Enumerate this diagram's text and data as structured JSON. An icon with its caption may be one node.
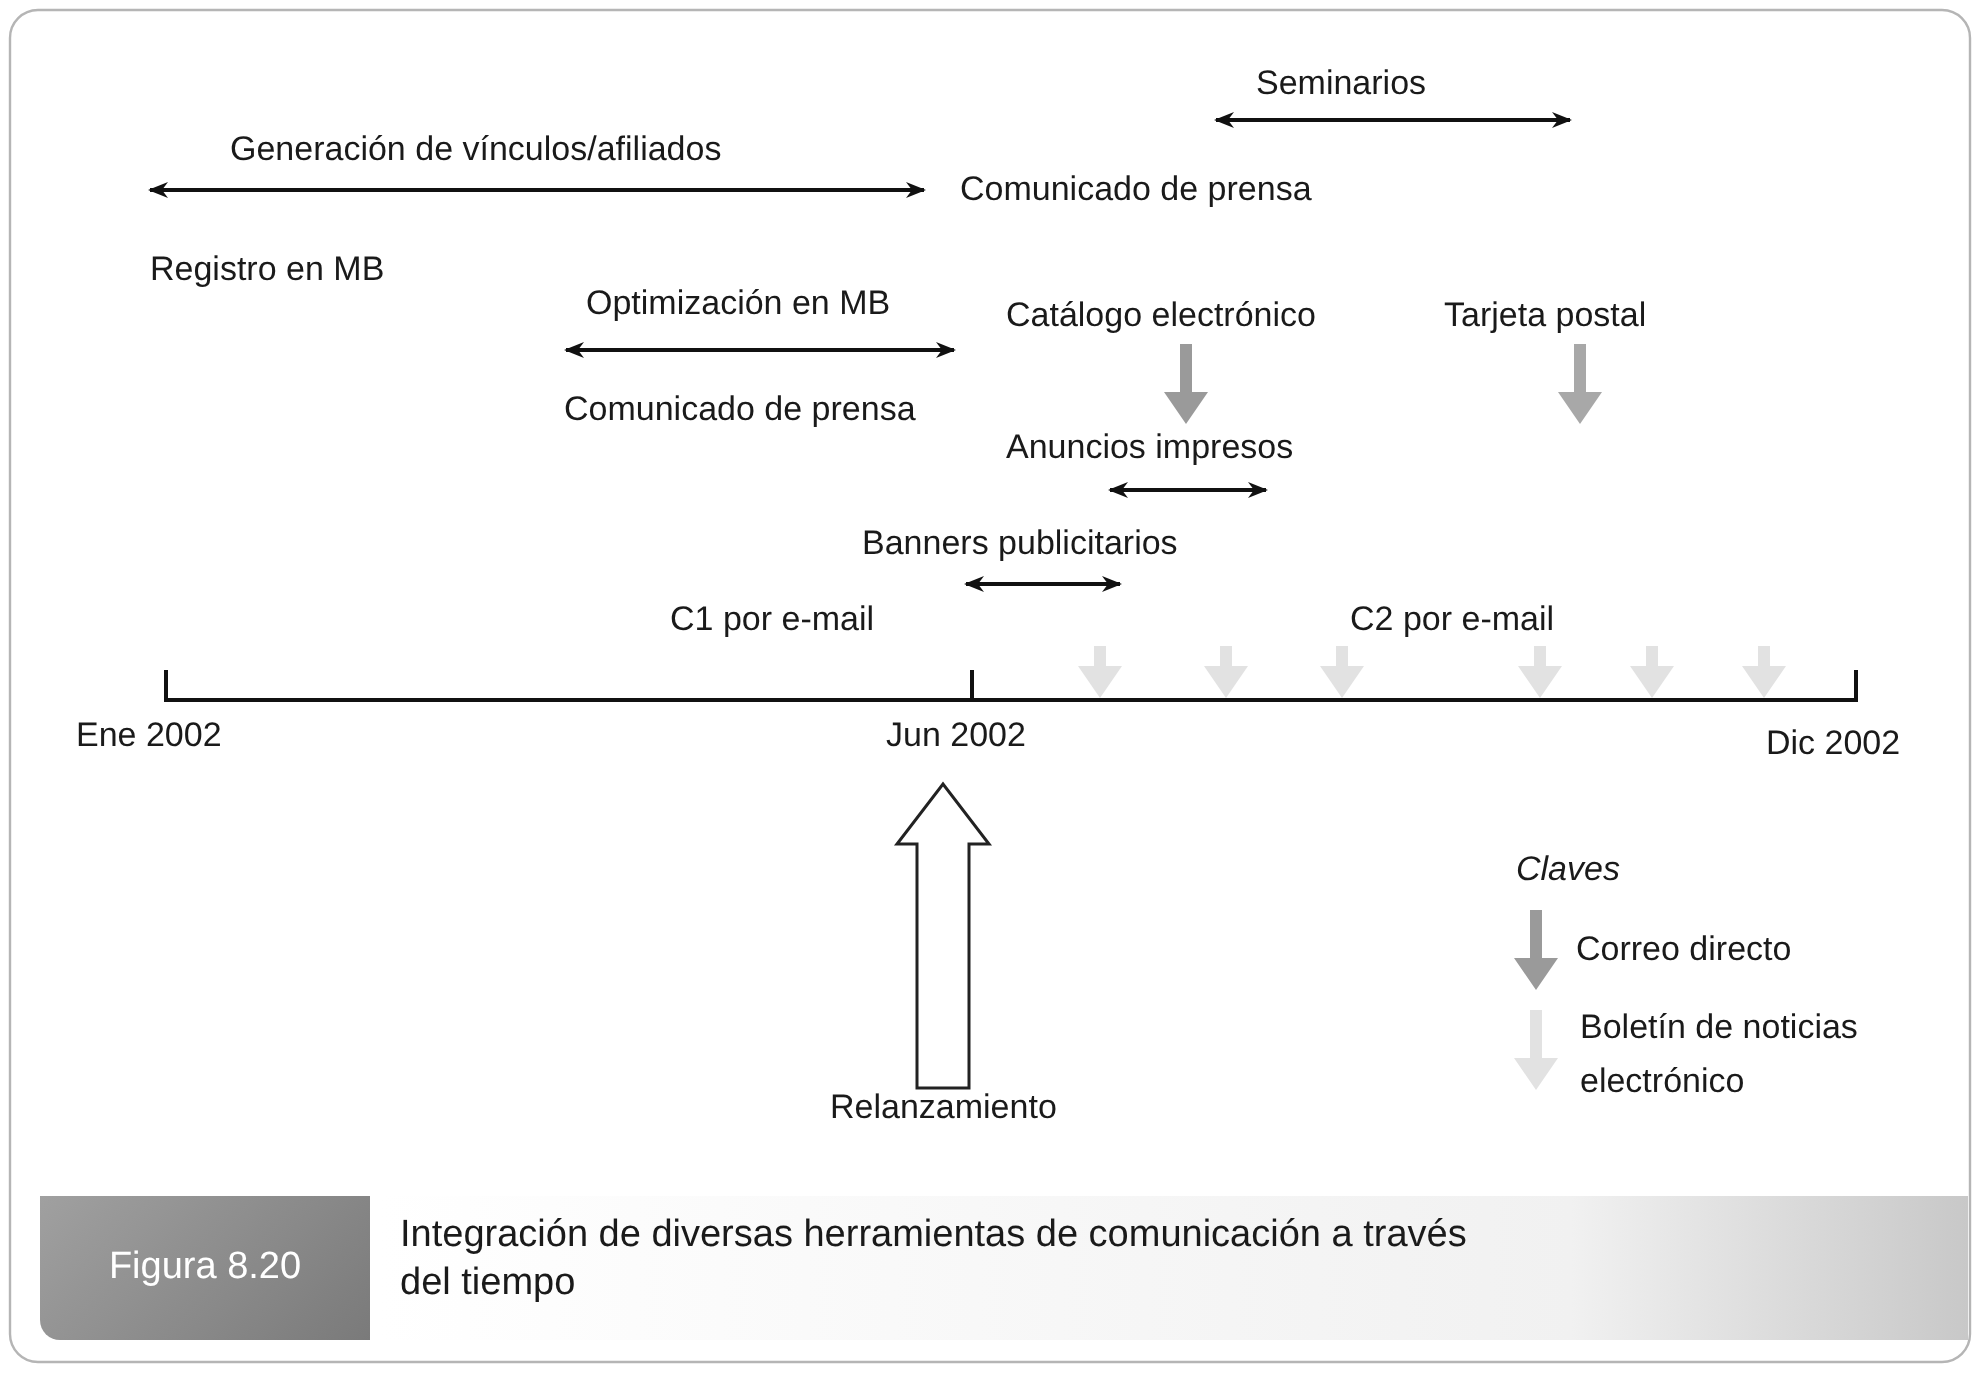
{
  "diagram": {
    "caption": "Integración de diversas herramientas de comunicación a través del tiempo",
    "nodes": [
      {
        "text": [
          "Relanzamiento"
        ]
      },
      {
        "text": [
          "Jun 2002"
        ]
      }
    ],
    "edges": [
      {
        "from": 0,
        "to": 1,
        "arrow": "to",
        "style": "thick"
      }
    ],
    "labels": [
      "Seminarios",
      "Generación de vínculos/afiliados",
      "Comunicado de prensa",
      "Registro en MB",
      "Optimización en MB",
      "Catálogo electrónico",
      "Tarjeta postal",
      "Comunicado de prensa",
      "Anuncios impresos",
      "Banners publicitarios",
      "C1 por e-mail",
      "C2 por e-mail",
      "Ene 2002",
      "Dic 2002",
      "Claves",
      "Figura 8.20"
    ],
    "legend": [
      {
        "text": "Correo directo"
      },
      {
        "text": "Boletín de noticias electrónico"
      }
    ]
  }
}
